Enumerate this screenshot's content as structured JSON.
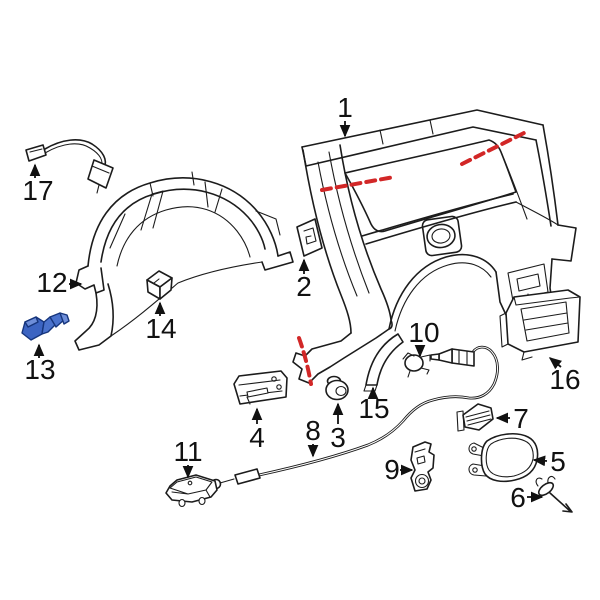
{
  "diagram": {
    "background": "#ffffff",
    "line_color": "#1c1c1c",
    "red_dash_color": "#d22727",
    "callout_color": "#111111",
    "selected_part": "13",
    "highlight": {
      "fill": "#4a72cc",
      "fill_dark": "#3c64c2",
      "fill_light": "#6e8ed9",
      "stroke": "#16357c"
    }
  },
  "callouts": [
    {
      "label": "1",
      "part": "quarter-panel"
    },
    {
      "label": "2",
      "part": "pillar-retainer-clip"
    },
    {
      "label": "3",
      "part": "grommet"
    },
    {
      "label": "4",
      "part": "support-bracket"
    },
    {
      "label": "5",
      "part": "fuel-filler-door"
    },
    {
      "label": "6",
      "part": "fuel-door-pin"
    },
    {
      "label": "7",
      "part": "retainer-clip"
    },
    {
      "label": "8",
      "part": "release-cable"
    },
    {
      "label": "9",
      "part": "hinge-bracket"
    },
    {
      "label": "10",
      "part": "cable-clip"
    },
    {
      "label": "11",
      "part": "release-handle"
    },
    {
      "label": "12",
      "part": "wheelhouse-liner"
    },
    {
      "label": "13",
      "part": "screw-selected"
    },
    {
      "label": "14",
      "part": "cushion-clip"
    },
    {
      "label": "15",
      "part": "protector-strip"
    },
    {
      "label": "16",
      "part": "quarter-vent"
    },
    {
      "label": "17",
      "part": "wire-harness"
    }
  ]
}
